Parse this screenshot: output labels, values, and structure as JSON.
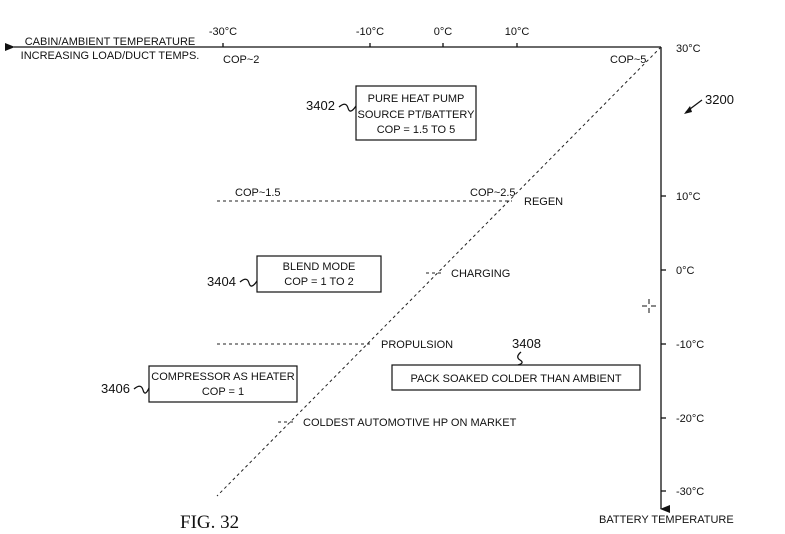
{
  "figure_label": "FIG. 32",
  "figure_ref": "3200",
  "x_axis": {
    "label_line1": "CABIN/AMBIENT TEMPERATURE",
    "label_line2": "INCREASING LOAD/DUCT TEMPS.",
    "ticks": [
      "-30°C",
      "-10°C",
      "0°C",
      "10°C"
    ],
    "cop_left": "COP~2",
    "cop_right": "COP~5"
  },
  "y_axis": {
    "label": "BATTERY TEMPERATURE",
    "ticks": [
      "30°C",
      "10°C",
      "0°C",
      "-10°C",
      "-20°C",
      "-30°C"
    ]
  },
  "boxes": {
    "heat_pump": {
      "ref": "3402",
      "line1": "PURE HEAT PUMP",
      "line2": "SOURCE PT/BATTERY",
      "line3": "COP = 1.5 TO 5"
    },
    "blend": {
      "ref": "3404",
      "line1": "BLEND MODE",
      "line2": "COP = 1 TO 2"
    },
    "compressor": {
      "ref": "3406",
      "line1": "COMPRESSOR AS HEATER",
      "line2": "COP = 1"
    },
    "pack": {
      "ref": "3408",
      "line1": "PACK SOAKED COLDER THAN AMBIENT"
    }
  },
  "annotations": {
    "cop_15": "COP~1.5",
    "cop_25": "COP~2.5",
    "regen": "REGEN",
    "charging": "CHARGING",
    "propulsion": "PROPULSION",
    "coldest": "COLDEST AUTOMOTIVE HP ON MARKET"
  }
}
